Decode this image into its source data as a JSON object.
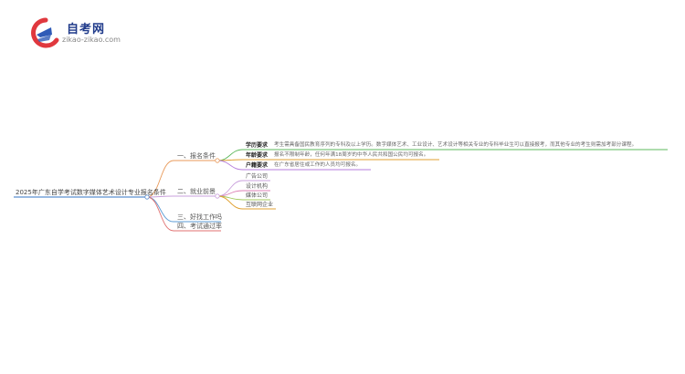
{
  "logo": {
    "title": "自考网",
    "url": "zikao-zikao.com",
    "icon": "zikao-logo-icon",
    "colors": {
      "red": "#e0383e",
      "blue": "#2f5bb7"
    }
  },
  "mindmap": {
    "root": "2025年广东自学考试数字媒体艺术设计专业报名条件",
    "branches": [
      {
        "label": "一、报名条件",
        "color": "#e89a5a",
        "items": [
          {
            "key": "学历要求",
            "text": "考生需具备国民教育序列的专科及以上学历。数字媒体艺术、工业设计、艺术设计等相关专业的专科毕业生可以直接报考，而其他专业的考生则需加考部分课程。",
            "color": "#5cb85c"
          },
          {
            "key": "年龄要求",
            "text": "报名不限制年龄，任何年满18周岁的中华人民共和国公民均可报名。",
            "color": "#e0a030"
          },
          {
            "key": "户籍要求",
            "text": "在广东省居住或工作的人员均可报名。",
            "color": "#b57edc"
          }
        ]
      },
      {
        "label": "二、就业前景",
        "color": "#c9a0dc",
        "items": [
          {
            "label": "广告公司",
            "color": "#c9a0dc"
          },
          {
            "label": "设计机构",
            "color": "#dc7fb4"
          },
          {
            "label": "媒体公司",
            "color": "#a0c85a"
          },
          {
            "label": "互联网企业",
            "color": "#e0a030"
          }
        ]
      },
      {
        "label": "三、好找工作吗",
        "color": "#5b9bd5",
        "items": []
      },
      {
        "label": "四、考试通过率",
        "color": "#e07070",
        "items": []
      }
    ]
  }
}
